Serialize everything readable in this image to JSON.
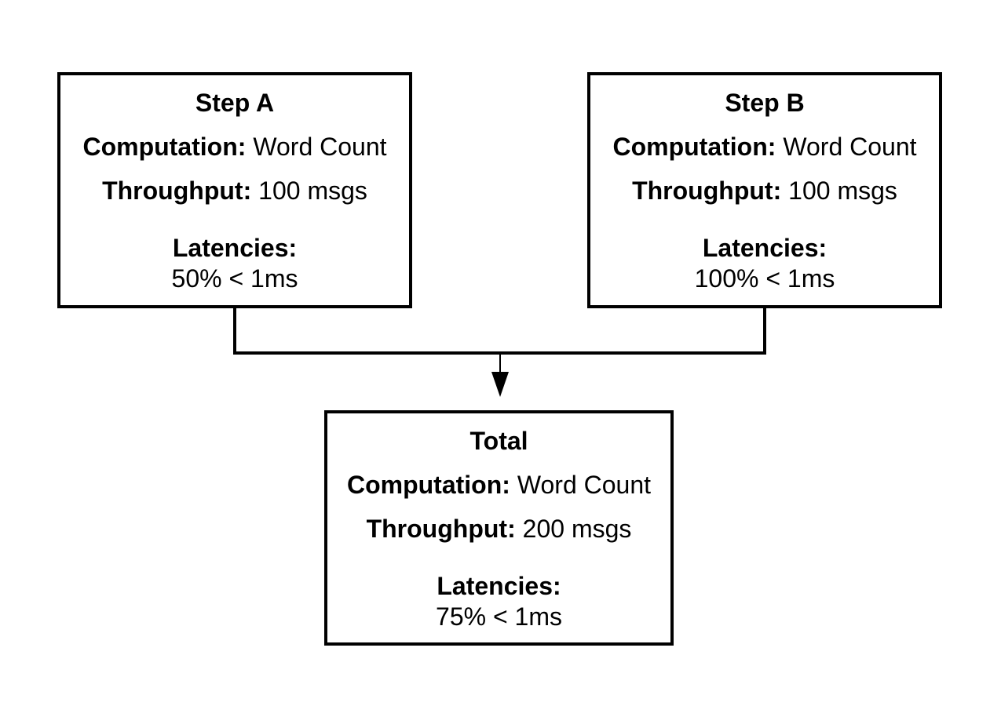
{
  "diagram": {
    "background_color": "#ffffff",
    "line_color": "#000000",
    "labels": {
      "computation": "Computation:",
      "throughput": "Throughput:",
      "latencies": "Latencies:"
    },
    "nodes": [
      {
        "id": "step-a",
        "title": "Step A",
        "computation": "Word Count",
        "throughput": "100 msgs",
        "latency": "50% < 1ms"
      },
      {
        "id": "step-b",
        "title": "Step B",
        "computation": "Word Count",
        "throughput": "100 msgs",
        "latency": "100% < 1ms"
      },
      {
        "id": "total",
        "title": "Total",
        "computation": "Word Count",
        "throughput": "200 msgs",
        "latency": "75% < 1ms"
      }
    ],
    "edges": [
      {
        "from": "step-a",
        "to": "total"
      },
      {
        "from": "step-b",
        "to": "total"
      }
    ]
  }
}
